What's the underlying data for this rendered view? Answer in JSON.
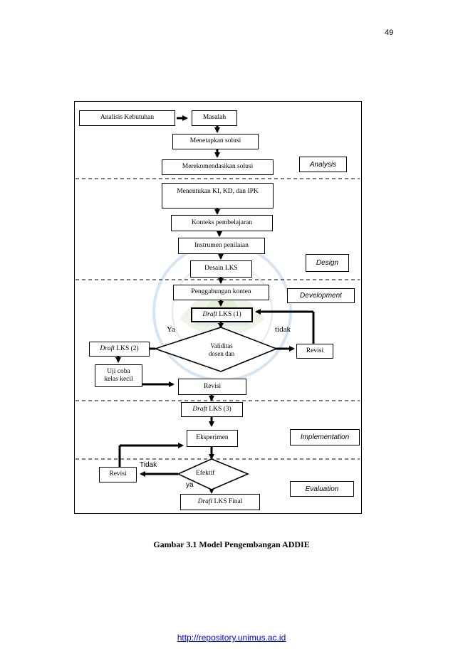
{
  "page_number": "49",
  "flow": {
    "analisis_kebutuhan": "Analisis Kebutuhan",
    "masalah": "Masalah",
    "menetapkan_solusi": "Menetapkan solusi",
    "merekomendasikan_solusi": "Merekomendasikan solusi",
    "menentukan_ki": "Menentukan KI, KD, dan IPK",
    "konteks_pembelajaran": "Konteks pembelajaran",
    "instrumen_penilaian": "Instrumen penilaian",
    "desain_lks": "Desain LKS",
    "penggabungan_konten": "Penggabungan konten",
    "draft_word": "Draft",
    "draft_lks_1_suffix": " LKS (1)",
    "validitas": "Validitas",
    "dosen_dan": "dosen dan",
    "ya_label": "Ya",
    "tidak_label": "tidak",
    "revisi_right": "Revisi",
    "draft_lks_2_suffix": " LKS (2)",
    "uji_coba_line1": "Uji coba",
    "uji_coba_line2": "kelas kecil",
    "revisi_middle": "Revisi",
    "draft_lks_3_suffix": " LKS (3)",
    "eksperimen": "Eksperimen",
    "efektif": "Efektif",
    "tidak2_label": "Tidak",
    "ya2_label": "ya",
    "revisi_left": "Revisi",
    "draft_lks_final_suffix": " LKS Final"
  },
  "phases": {
    "analysis": "Analysis",
    "design": "Design",
    "development": "Development",
    "implementation": "Implementation",
    "evaluation": "Evaluation"
  },
  "caption": "Gambar 3.1 Model Pengembangan ADDIE",
  "footer_link": "http://repository.unimus.ac.id"
}
